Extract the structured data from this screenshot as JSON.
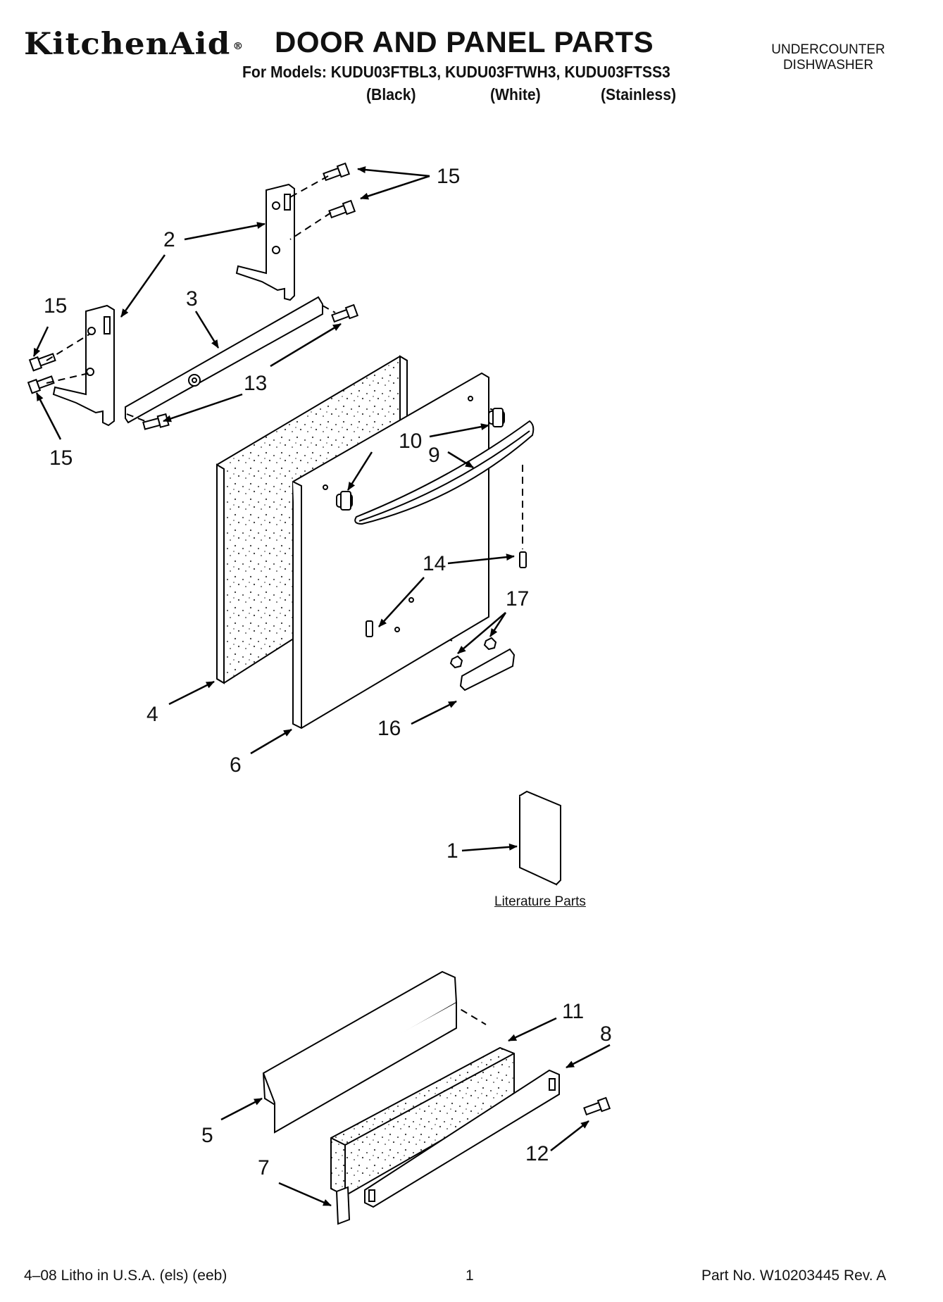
{
  "header": {
    "brand": "KitchenAid",
    "registered_mark": "®",
    "title": "DOOR AND PANEL PARTS",
    "models_line": "For Models: KUDU03FTBL3, KUDU03FTWH3, KUDU03FTSS3",
    "variants": [
      "(Black)",
      "(White)",
      "(Stainless)"
    ],
    "category_line1": "UNDERCOUNTER",
    "category_line2": "DISHWASHER"
  },
  "callouts": [
    "15",
    "2",
    "15",
    "3",
    "13",
    "15",
    "10",
    "9",
    "14",
    "17",
    "4",
    "6",
    "16",
    "1",
    "11",
    "8",
    "5",
    "12",
    "7"
  ],
  "literature_label": "Literature Parts",
  "footer": {
    "litho": "4–08 Litho in U.S.A. (els) (eeb)",
    "page": "1",
    "part_no": "Part No. W10203445 Rev. A"
  }
}
